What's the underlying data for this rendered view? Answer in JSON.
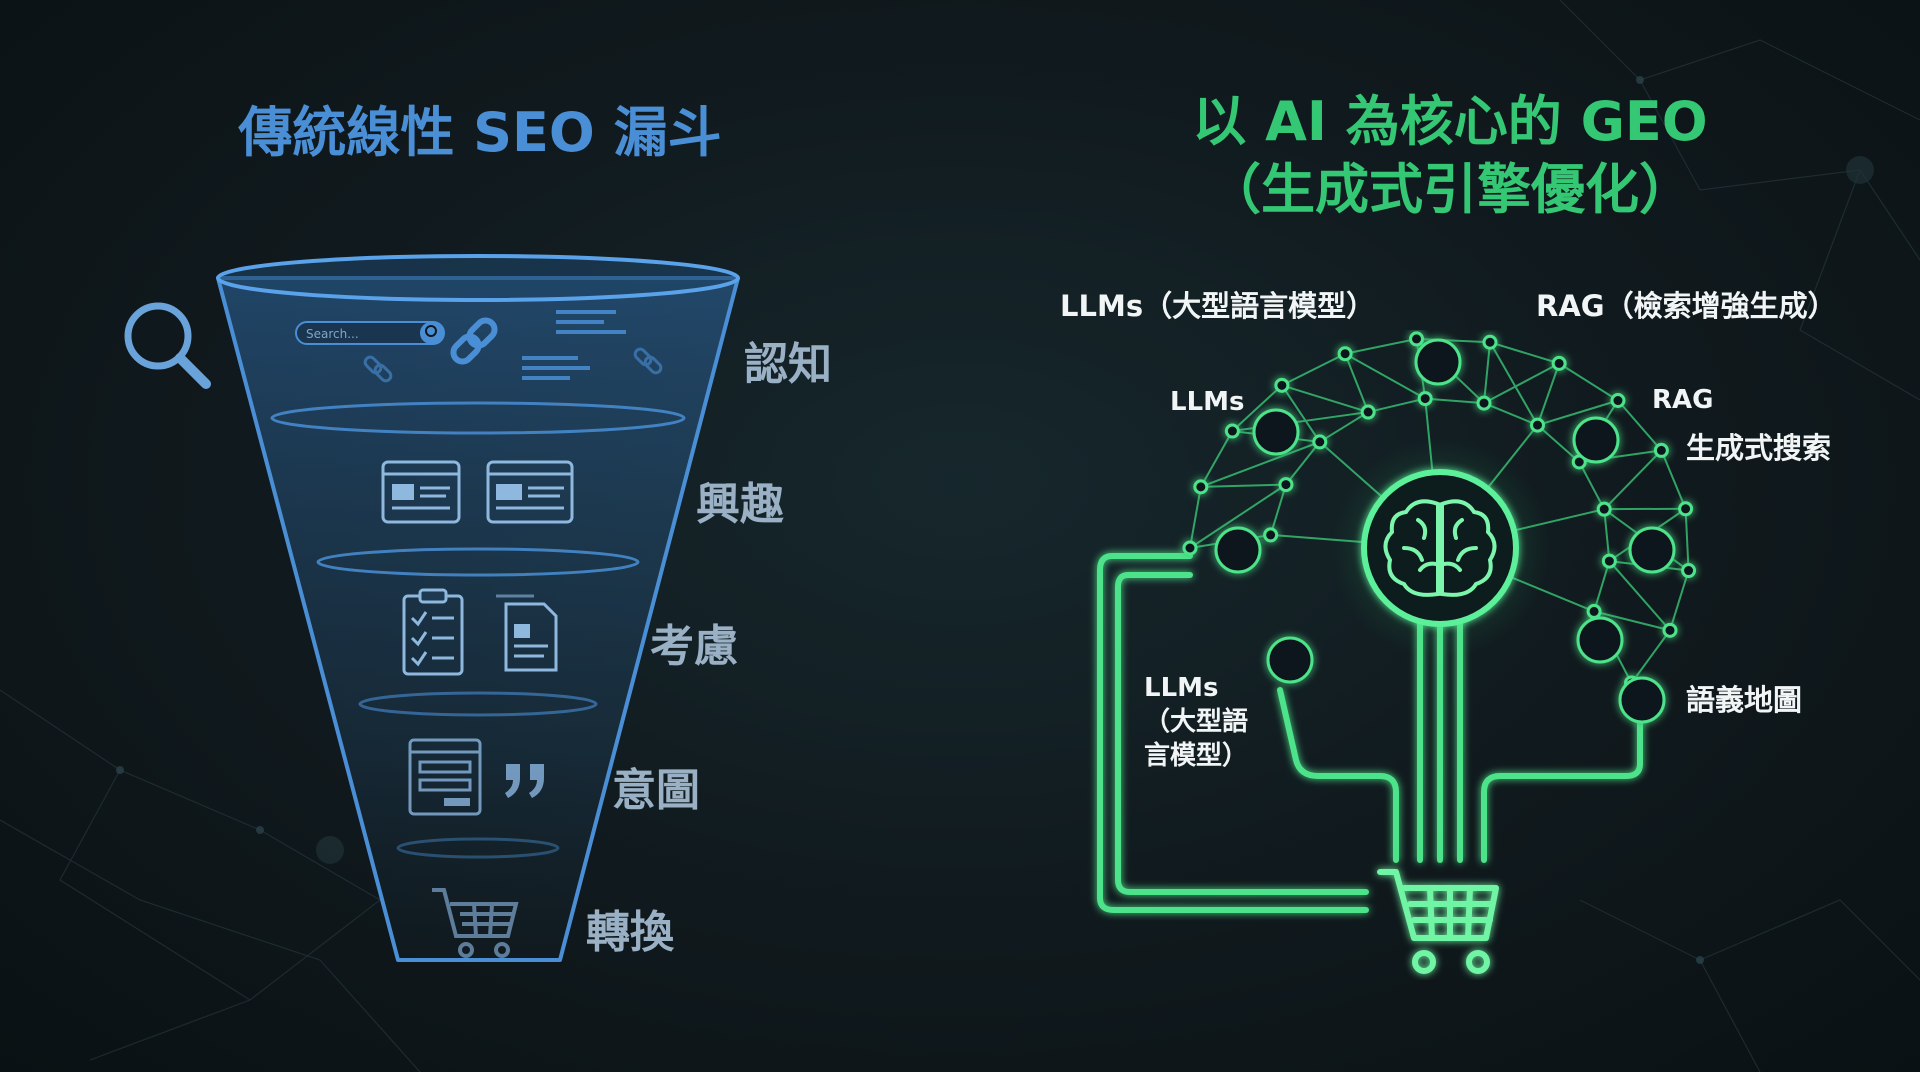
{
  "colors": {
    "background": "#111b1f",
    "funnel_blue": "#4a8fd6",
    "geo_green": "#34c774",
    "stage_text": "#9ab0c4",
    "label_white": "#f2f5f6"
  },
  "left": {
    "title": "傳統線性 SEO 漏斗",
    "search_placeholder": "Search...",
    "stages": [
      {
        "label": "認知",
        "icons": [
          "search-bar-icon",
          "link-icon"
        ]
      },
      {
        "label": "興趣",
        "icons": [
          "webpage-icon",
          "webpage-icon"
        ]
      },
      {
        "label": "考慮",
        "icons": [
          "checklist-icon",
          "document-icon"
        ]
      },
      {
        "label": "意圖",
        "icons": [
          "form-icon",
          "quote-icon"
        ]
      },
      {
        "label": "轉換",
        "icons": [
          "shopping-cart-icon"
        ]
      }
    ],
    "outside_icon": "magnifier-icon"
  },
  "right": {
    "title_line1": "以 AI 為核心的 GEO",
    "title_line2": "（生成式引擎優化）",
    "labels": {
      "llms_full": "LLMs（大型語言模型）",
      "rag_full": "RAG（檢索增強生成）",
      "llms": "LLMs",
      "rag": "RAG",
      "generative_search": "生成式搜索",
      "llms_lower_1": "LLMs",
      "llms_lower_2": "（大型語",
      "llms_lower_3": "言模型）",
      "semantic_map": "語義地圖"
    },
    "center_icon": "brain-icon",
    "output_icon": "shopping-cart-icon"
  }
}
